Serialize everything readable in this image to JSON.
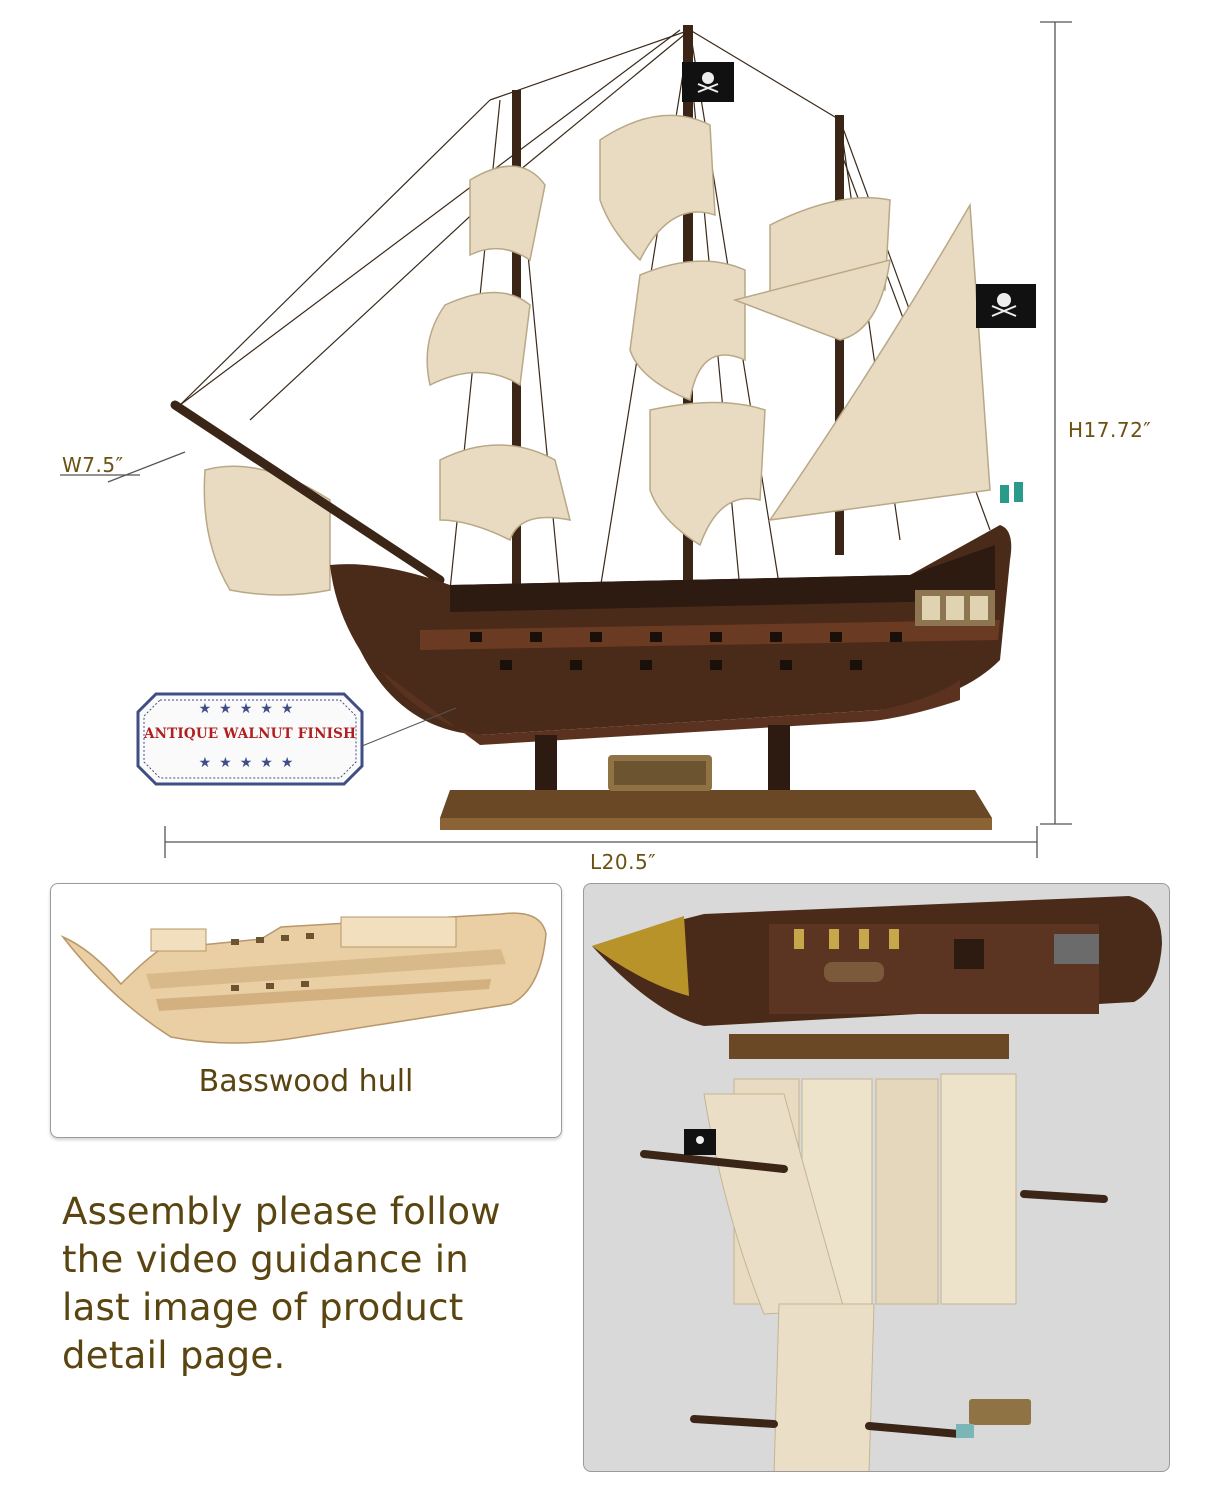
{
  "dimensions": {
    "width": "W7.5″",
    "height": "H17.72″",
    "length": "L20.5″"
  },
  "badge": {
    "text": "ANTIQUE WALNUT FINISH",
    "stars_top": "★★★★★",
    "stars_bottom": "★★★★★",
    "colors": {
      "text": "#b01e1e",
      "border": "#3f4e86"
    }
  },
  "hull_panel": {
    "caption": "Basswood hull"
  },
  "assembly_note": {
    "line1": "Assembly please follow",
    "line2": "the video guidance in",
    "line3": "last image of product",
    "line4": "detail page."
  },
  "colors": {
    "accent_text": "#5a4410",
    "hull_wood": "#4a2a18",
    "sail": "#e9dcc2"
  }
}
